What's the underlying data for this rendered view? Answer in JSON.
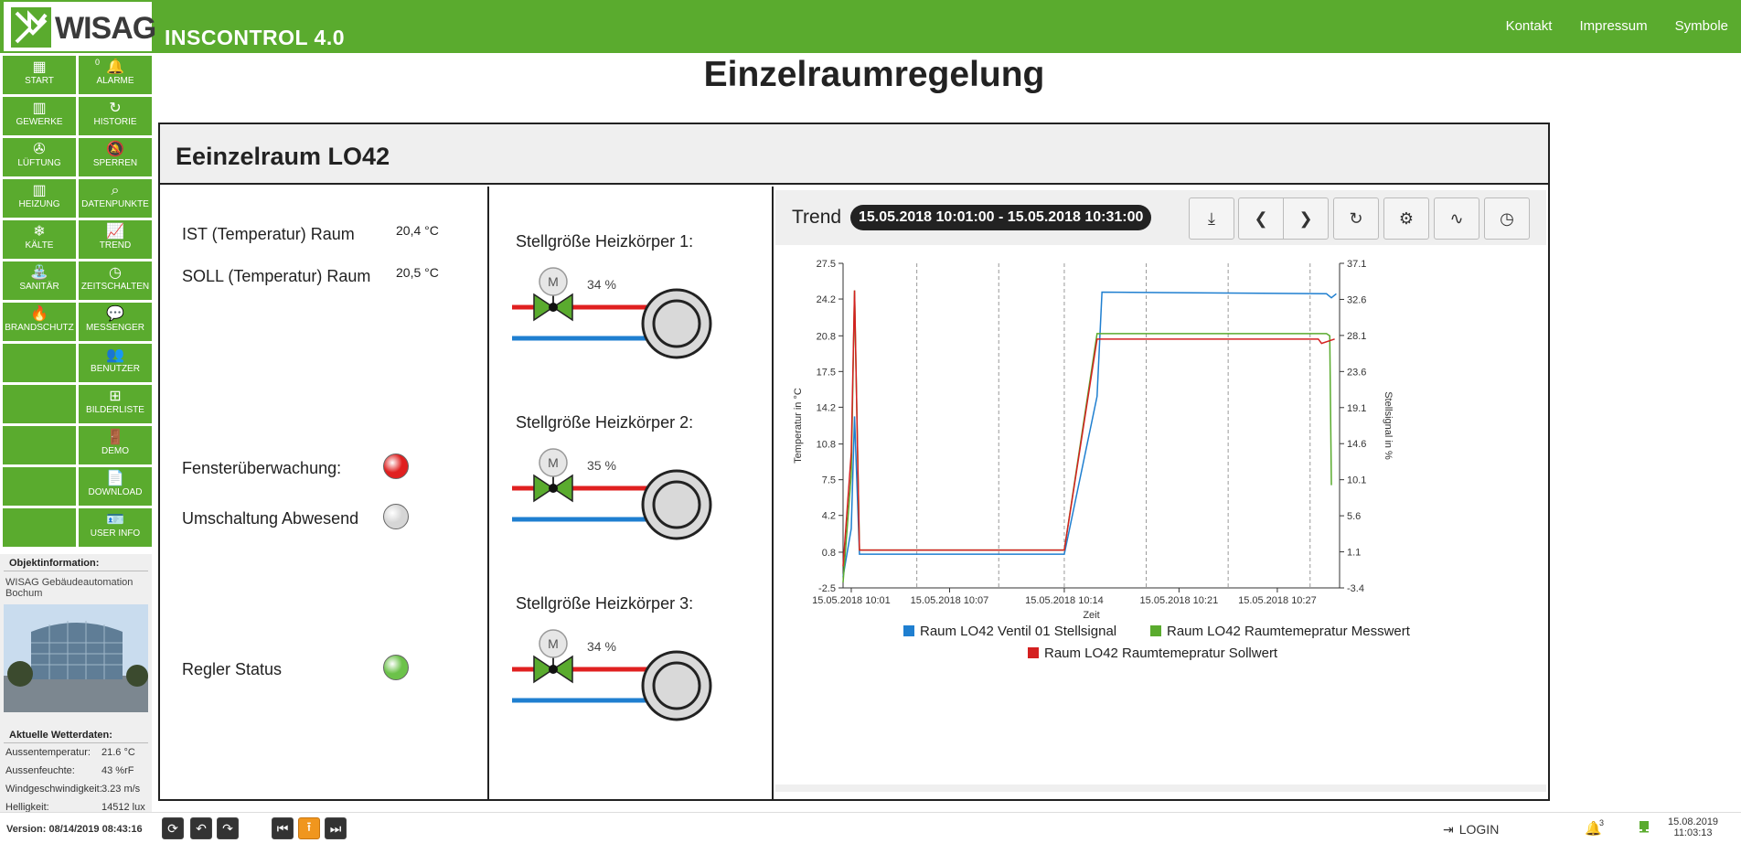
{
  "header": {
    "logo_text": "WISAG",
    "app_title": "INSCONTROL 4.0",
    "nav": [
      "Kontakt",
      "Impressum",
      "Symbole"
    ]
  },
  "sidebar": {
    "left": [
      {
        "label": "START",
        "icon": "grid-icon"
      },
      {
        "label": "GEWERKE",
        "icon": "building-icon"
      },
      {
        "label": "LÜFTUNG",
        "icon": "fan-icon"
      },
      {
        "label": "HEIZUNG",
        "icon": "radiator-icon"
      },
      {
        "label": "KÄLTE",
        "icon": "snowflake-icon"
      },
      {
        "label": "SANITÄR",
        "icon": "faucet-icon"
      },
      {
        "label": "BRANDSCHUTZ",
        "icon": "fire-icon"
      }
    ],
    "right": [
      {
        "label": "ALARME",
        "icon": "alarm-bell-icon",
        "count": "0"
      },
      {
        "label": "HISTORIE",
        "icon": "history-icon"
      },
      {
        "label": "SPERREN",
        "icon": "bell-off-icon"
      },
      {
        "label": "DATENPUNKTE",
        "icon": "datapoint-search-icon"
      },
      {
        "label": "TREND",
        "icon": "trend-chart-icon"
      },
      {
        "label": "ZEITSCHALTEN",
        "icon": "clock-icon"
      },
      {
        "label": "MESSENGER",
        "icon": "message-icon"
      },
      {
        "label": "BENUTZER",
        "icon": "users-icon"
      },
      {
        "label": "BILDERLISTE",
        "icon": "sitemap-icon"
      },
      {
        "label": "DEMO",
        "icon": "door-icon"
      },
      {
        "label": "DOWNLOAD",
        "icon": "download-doc-icon"
      },
      {
        "label": "USER INFO",
        "icon": "user-card-icon"
      }
    ],
    "object_info": {
      "title": "Objektinformation:",
      "text": "WISAG Gebäudeautomation Bochum"
    },
    "weather": {
      "title": "Aktuelle Wetterdaten:",
      "rows": [
        {
          "k": "Aussentemperatur:",
          "v": "21.6 °C"
        },
        {
          "k": "Aussenfeuchte:",
          "v": "43 %rF"
        },
        {
          "k": "Windgeschwindigkeit:",
          "v": "3.23 m/s"
        },
        {
          "k": "Helligkeit:",
          "v": "14512 lux"
        }
      ]
    }
  },
  "page": {
    "title": "Einzelraumregelung",
    "panel_title": "Eeinzelraum LO42"
  },
  "status": {
    "ist_label": "IST (Temperatur) Raum",
    "ist_value": "20,4 °C",
    "soll_label": "SOLL (Temperatur) Raum",
    "soll_value": "20,5 °C",
    "fenster_label": "Fensterüberwachung:",
    "fenster_color": "#e02020",
    "abwesend_label": "Umschaltung Abwesend",
    "abwesend_color": "#d6d6d6",
    "regler_label": "Regler Status",
    "regler_color": "#6cc24a"
  },
  "heizkoerper": [
    {
      "title": "Stellgröße Heizkörper 1:",
      "motor": "M",
      "percent": "34 %"
    },
    {
      "title": "Stellgröße Heizkörper 2:",
      "motor": "M",
      "percent": "35 %"
    },
    {
      "title": "Stellgröße Heizkörper 3:",
      "motor": "M",
      "percent": "34 %"
    }
  ],
  "trend": {
    "title": "Trend",
    "range": "15.05.2018 10:01:00 - 15.05.2018 10:31:00",
    "buttons": [
      "download-icon",
      "chevron-left-icon",
      "chevron-right-icon",
      "refresh-icon",
      "settings-icon",
      "chart-wave-icon",
      "clock-icon"
    ]
  },
  "chart_data": {
    "type": "line",
    "xlabel": "Zeit",
    "ylabel_left": "Temperatur in °C",
    "ylabel_right": "Stellsignal in %",
    "x_ticks": [
      "15.05.2018 10:01",
      "15.05.2018 10:07",
      "15.05.2018 10:14",
      "15.05.2018 10:21",
      "15.05.2018 10:27"
    ],
    "y_left_ticks": [
      "27.5",
      "24.2",
      "20.8",
      "17.5",
      "14.2",
      "10.8",
      "7.5",
      "4.2",
      "0.8",
      "-2.5"
    ],
    "y_right_ticks": [
      "37.1",
      "32.6",
      "28.1",
      "23.6",
      "19.1",
      "14.6",
      "10.1",
      "5.6",
      "1.1",
      "-3.4"
    ],
    "ylim_left": [
      -2.5,
      27.5
    ],
    "ylim_right": [
      -3.4,
      37.1
    ],
    "xlim_minutes": [
      10.0,
      10.5
    ],
    "grid": "vertical dashed",
    "series": [
      {
        "name": "Raum LO42 Ventil 01 Stellsignal",
        "color": "#1f7fd0",
        "axis": "right",
        "x": [
          "10:00.5",
          "10:01.0",
          "10:01.2",
          "10:01.5",
          "10:14.0",
          "10:16.0",
          "10:16.3",
          "10:30.0",
          "10:30.3",
          "10:30.6"
        ],
        "y": [
          -2.0,
          4.0,
          18.0,
          0.8,
          0.8,
          20.5,
          33.5,
          33.3,
          32.8,
          33.3
        ]
      },
      {
        "name": "Raum LO42 Raumtemepratur Messwert",
        "color": "#5aab2e",
        "axis": "left",
        "x": [
          "10:00.5",
          "10:01.0",
          "10:01.2",
          "10:01.5",
          "10:14.0",
          "10:16.0",
          "10:30.0",
          "10:30.2",
          "10:30.3"
        ],
        "y": [
          -2.0,
          8.0,
          25.0,
          1.0,
          1.0,
          21.0,
          21.0,
          20.8,
          7.0
        ]
      },
      {
        "name": "Raum LO42 Raumtemepratur Sollwert",
        "color": "#d42020",
        "axis": "left",
        "x": [
          "10:00.5",
          "10:01.0",
          "10:01.2",
          "10:01.5",
          "10:14.0",
          "10:16.0",
          "10:29.5",
          "10:29.7",
          "10:30.5"
        ],
        "y": [
          -0.5,
          10.0,
          25.0,
          1.0,
          1.0,
          20.5,
          20.5,
          20.1,
          20.5
        ]
      }
    ],
    "legend_position": "bottom"
  },
  "footer": {
    "version": "Version: 08/14/2019 08:43:16",
    "login": "LOGIN",
    "alarm_count": "3",
    "date": "15.08.2019",
    "time": "11:03:13"
  }
}
